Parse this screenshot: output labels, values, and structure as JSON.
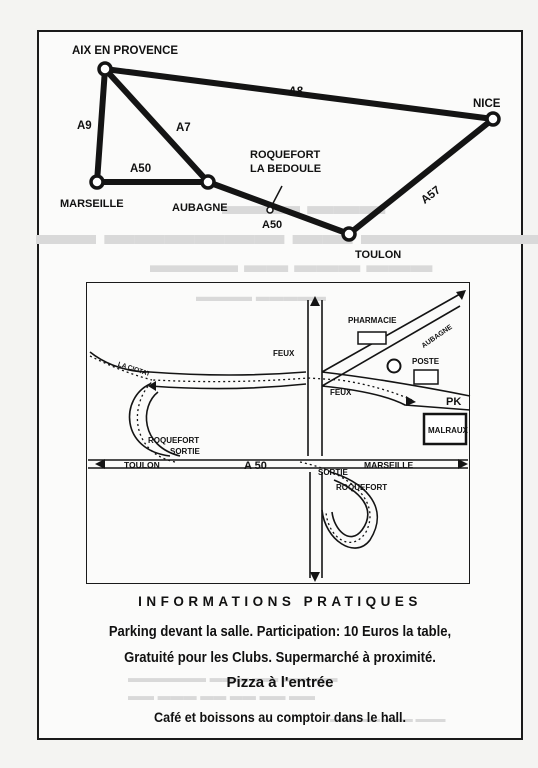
{
  "region_map": {
    "cities": {
      "aix": "AIX EN PROVENCE",
      "nice": "NICE",
      "marseille": "MARSEILLE",
      "aubagne": "AUBAGNE",
      "roquefort_1": "ROQUEFORT",
      "roquefort_2": "LA BEDOULE",
      "toulon": "TOULON"
    },
    "roads": {
      "a8": "A8",
      "a9": "A9",
      "a7": "A7",
      "a50_top": "A50",
      "a50_bottom": "A50",
      "a57": "A57"
    }
  },
  "local_map": {
    "pharmacie": "PHARMACIE",
    "aubagne": "AUBAGNE",
    "feux_1": "FEUX",
    "feux_2": "FEUX",
    "poste": "POSTE",
    "pk": "PK",
    "malraux": "MALRAUX",
    "la_ciotat": "LA CIOTAT",
    "roquefort_left": "ROQUEFORT",
    "sortie_left": "SORTIE",
    "toulon": "TOULON",
    "a50": "A 50",
    "sortie_right": "SORTIE",
    "marseille": "MARSEILLE",
    "roquefort_right": "ROQUEFORT"
  },
  "info": {
    "title": "INFORMATIONS PRATIQUES",
    "line1": "Parking devant la salle. Participation: 10 Euros la table,",
    "line2": "Gratuité pour les Clubs.  Supermarché à proximité.",
    "line3": "Pizza à l'entrée",
    "line4": "Café et boissons au comptoir dans le hall."
  },
  "colors": {
    "ink": "#111111",
    "ghost": "#d9d9d9",
    "paper": "#fbfbfa"
  }
}
